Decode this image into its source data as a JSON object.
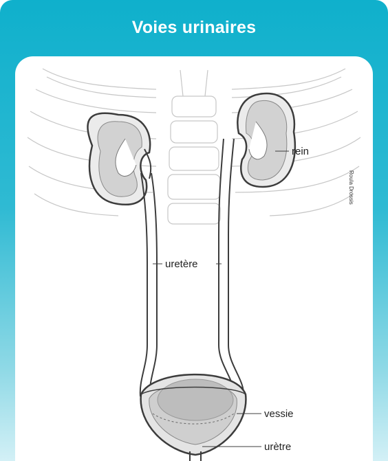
{
  "title": "Voies urinaires",
  "labels": {
    "kidney": "rein",
    "ureter": "uretère",
    "bladder": "vessie",
    "urethra": "urètre"
  },
  "credit": "Roula Drossis",
  "colors": {
    "header": "#0fb0cc",
    "outline": "#3c3c3c",
    "organ_fill": "#d6d6d6",
    "skeleton": "#c4c4c4"
  }
}
